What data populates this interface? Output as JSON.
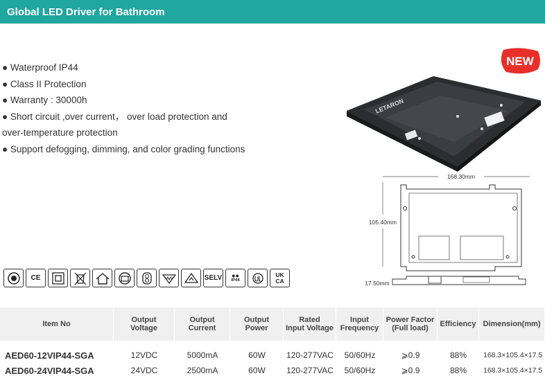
{
  "header": {
    "title": "Global LED Driver for Bathroom"
  },
  "features": [
    "● Waterproof IP44",
    "● Class II Protection",
    "● Warranty : 30000h",
    "● Short circuit ,over current， over load protection and",
    "over-temperature protection",
    "● Support defogging, dimming, and color grading functions"
  ],
  "badge": {
    "label": "NEW",
    "color": "#e8302a"
  },
  "product": {
    "brand": "LETARON"
  },
  "drawing": {
    "width_label": "168.30mm",
    "height_label": "105.40mm",
    "depth_label": "17.50mm"
  },
  "certifications": [
    {
      "name": "tuv-mark-icon",
      "label": ""
    },
    {
      "name": "ce-mark-icon",
      "label": "CE"
    },
    {
      "name": "class-ii-icon",
      "label": ""
    },
    {
      "name": "weee-bin-icon",
      "label": ""
    },
    {
      "name": "indoor-use-icon",
      "label": ""
    },
    {
      "name": "independent-ballast-icon",
      "label": ""
    },
    {
      "name": "safety-transformer-icon",
      "label": ""
    },
    {
      "name": "mm-mark-icon",
      "label": ""
    },
    {
      "name": "rcm-mark-icon",
      "label": ""
    },
    {
      "name": "selv-mark-icon",
      "label": "SELV"
    },
    {
      "name": "ip44-icon",
      "label": "IP44"
    },
    {
      "name": "ul-mark-icon",
      "label": ""
    },
    {
      "name": "ukca-mark-icon",
      "label": "UK CA"
    }
  ],
  "table": {
    "headers": [
      [
        "Item No"
      ],
      [
        "Output",
        "Voltage"
      ],
      [
        "Output",
        "Current"
      ],
      [
        "Output",
        "Power"
      ],
      [
        "Rated",
        "Input Voltage"
      ],
      [
        "Input",
        "Frequency"
      ],
      [
        "Power Factor",
        "(Full load)"
      ],
      [
        "Efficiency"
      ],
      [
        "Dimension(mm)"
      ]
    ],
    "rows": [
      [
        "AED60-12VIP44-SGA",
        "12VDC",
        "5000mA",
        "60W",
        "120-277VAC",
        "50/60Hz",
        "⩾0.9",
        "88%",
        "168.3×105.4×17.5"
      ],
      [
        "AED60-24VIP44-SGA",
        "24VDC",
        "2500mA",
        "60W",
        "120-277VAC",
        "50/60Hz",
        "⩾0.9",
        "88%",
        "168.3×105.4×17.5"
      ]
    ]
  }
}
